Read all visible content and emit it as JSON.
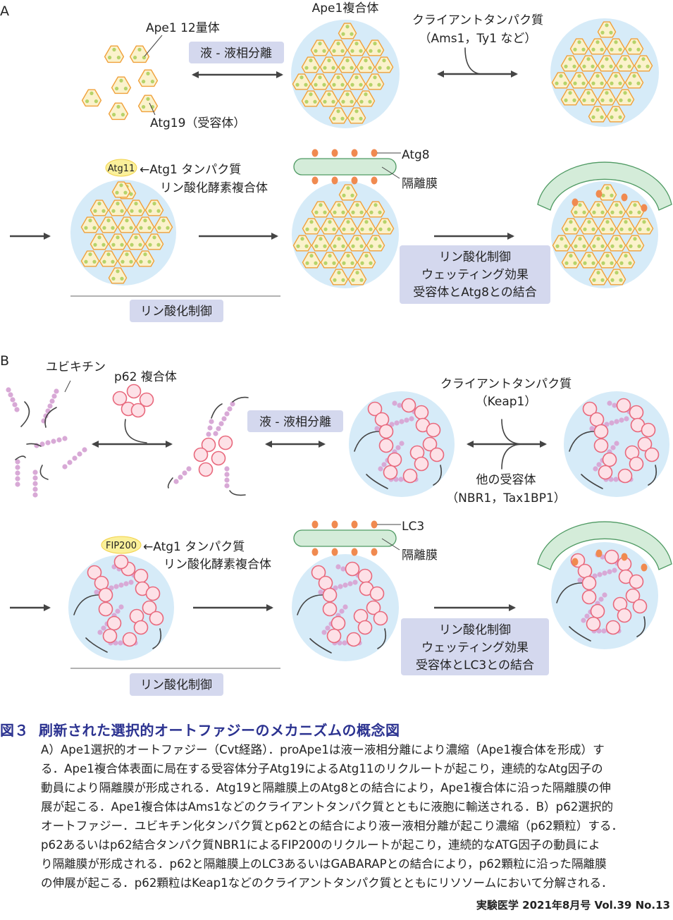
{
  "panelA": {
    "letter": "A",
    "ape1_12mer": "Ape1  12量体",
    "atg19": "Atg19（受容体）",
    "llps": "液 - 液相分離",
    "ape1_complex": "Ape1複合体",
    "client1": "クライアントタンパク質",
    "client2": "（Ams1，Ty1 など）",
    "atg11": "Atg11",
    "atg1_1": "←Atg1 タンパク質",
    "atg1_2": "リン酸化酵素複合体",
    "phospho": "リン酸化制御",
    "atg8": "Atg8",
    "membrane": "隔離膜",
    "box3": [
      "リン酸化制御",
      "ウェッティング効果",
      "受容体とAtg8との結合"
    ]
  },
  "panelB": {
    "letter": "B",
    "ubiquitin": "ユビキチン",
    "p62": "p62 複合体",
    "llps": "液 - 液相分離",
    "client1": "クライアントタンパク質",
    "client2": "（Keap1）",
    "other1": "他の受容体",
    "other2": "（NBR1，Tax1BP1）",
    "fip200": "FIP200",
    "atg1_1": "←Atg1 タンパク質",
    "atg1_2": "リン酸化酵素複合体",
    "phospho": "リン酸化制御",
    "lc3": "LC3",
    "membrane": "隔離膜",
    "box3": [
      "リン酸化制御",
      "ウェッティング効果",
      "受容体とLC3との結合"
    ]
  },
  "caption": {
    "number": "図３",
    "title": "刷新された選択的オートファジーのメカニズムの概念図",
    "lines": [
      "A）Ape1選択的オートファジー（Cvt経路）．proApe1は液ー液相分離により濃縮（Ape1複合体を形成）す",
      "る．Ape1複合体表面に局在する受容体分子Atg19によるAtg11のリクルートが起こり，連続的なAtg因子の",
      "動員により隔離膜が形成される．Atg19と隔離膜上のAtg8との結合により，Ape1複合体に沿った隔離膜の伸",
      "展が起こる．Ape1複合体はAms1などのクライアントタンパク質とともに液胞に輸送される．B）p62選択的",
      "オートファジー．ユビキチン化タンパク質とp62との結合により液ー液相分離が起こり濃縮（p62顆粒）する．",
      "p62あるいはp62結合タンパク質NBR1によるFIP200のリクルートが起こり，連続的なATG因子の動員によ",
      "り隔離膜が形成される．p62と隔離膜上のLC3あるいはGABARAPとの結合により，p62顆粒に沿った隔離膜",
      "の伸展が起こる．p62顆粒はKeap1などのクライアントタンパク質とともにリソソームにおいて分解される．"
    ]
  },
  "footer": "実験医学 2021年8月号 Vol.39 No.13",
  "colors": {
    "droplet": "#d6ebf8",
    "ape1_stroke": "#f0a03a",
    "ape1_fill": "#fbf2cc",
    "dot": "#b6d36a",
    "p62_stroke": "#e8687c",
    "p62_fill": "#fde1e7",
    "ub": "#d8a9d6",
    "membrane": "#d4ecd9",
    "membrane_stroke": "#4f9a63",
    "atg8": "#f08a50",
    "box": "#d4d8ee",
    "caption": "#2b3290"
  }
}
